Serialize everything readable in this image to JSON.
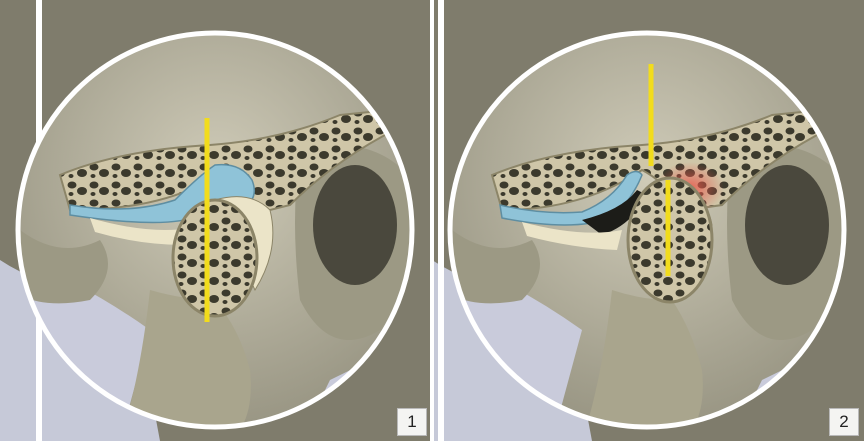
{
  "panels": [
    {
      "id": "panel-1",
      "label": "1",
      "condition": "aligned"
    },
    {
      "id": "panel-2",
      "label": "2",
      "condition": "displaced"
    }
  ],
  "colors": {
    "bone": "#cfc6a8",
    "bone_shadow": "#8c8568",
    "marrow": "#3c3a2d",
    "disc": "#8fc3d8",
    "guide_line": "#f2dc1c",
    "inflammation": "#e8574a",
    "background": "#c9cbd6",
    "circle_border": "#ffffff"
  }
}
